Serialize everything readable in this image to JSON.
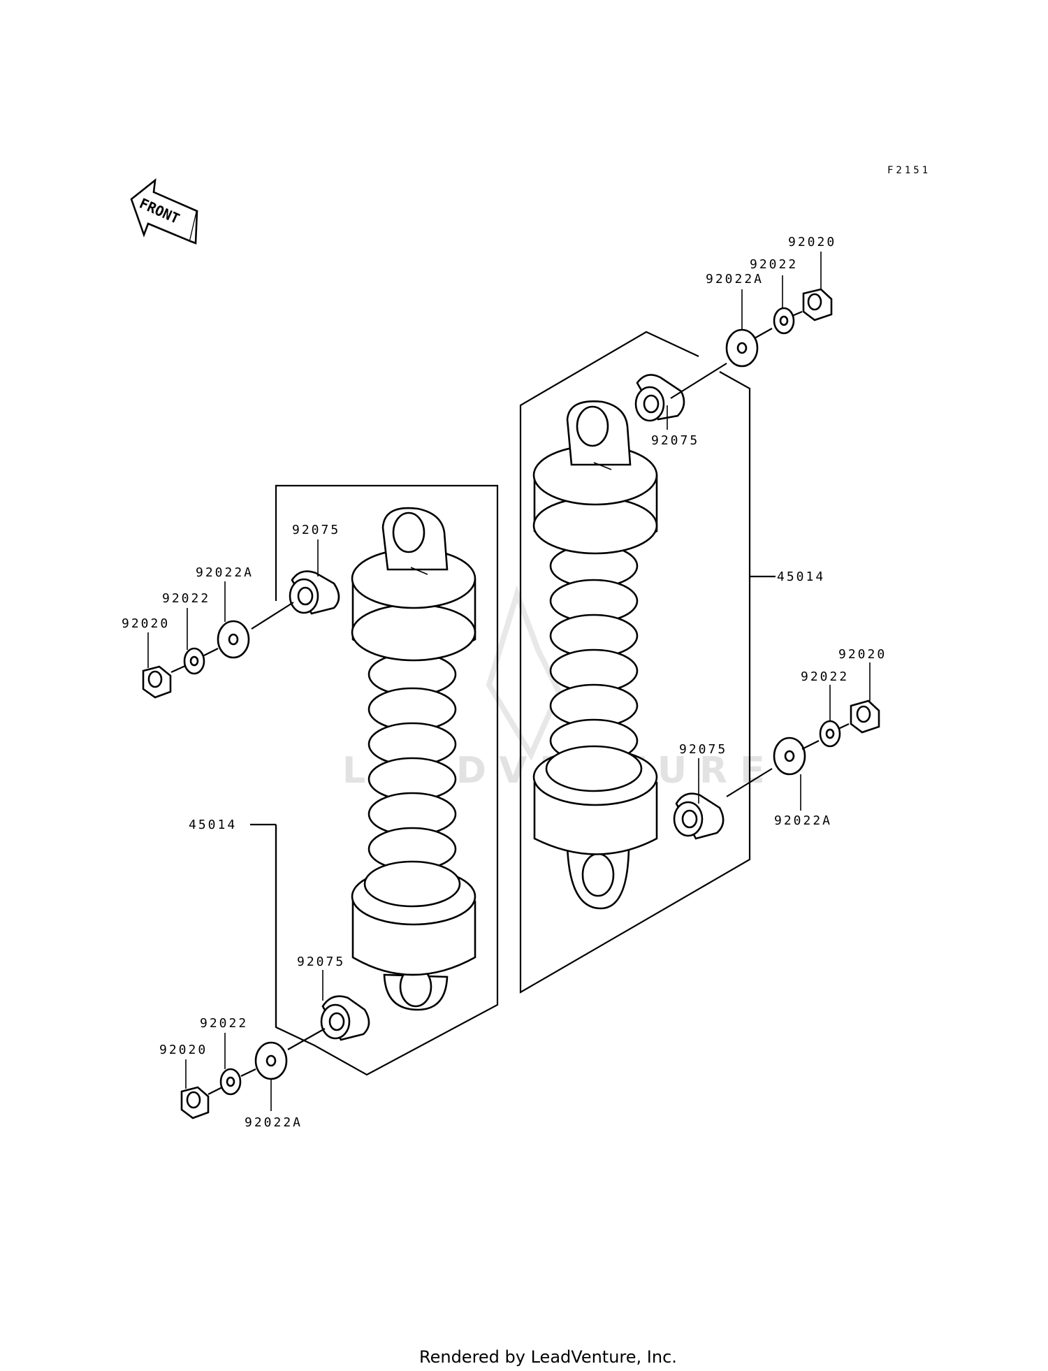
{
  "diagram_code": "F2151",
  "front_label": "FRONT",
  "watermark": "LEADVENTURE",
  "footer": "Rendered by LeadVenture, Inc.",
  "callouts": [
    {
      "id": "r-top-92020",
      "text": "92020"
    },
    {
      "id": "r-top-92022",
      "text": "92022"
    },
    {
      "id": "r-top-92022A",
      "text": "92022A"
    },
    {
      "id": "r-top-92075",
      "text": "92075"
    },
    {
      "id": "r-45014",
      "text": "45014"
    },
    {
      "id": "r-bot-92020",
      "text": "92020"
    },
    {
      "id": "r-bot-92022",
      "text": "92022"
    },
    {
      "id": "r-bot-92075",
      "text": "92075"
    },
    {
      "id": "r-bot-92022A",
      "text": "92022A"
    },
    {
      "id": "l-top-92075",
      "text": "92075"
    },
    {
      "id": "l-top-92022A",
      "text": "92022A"
    },
    {
      "id": "l-top-92022",
      "text": "92022"
    },
    {
      "id": "l-top-92020",
      "text": "92020"
    },
    {
      "id": "l-45014",
      "text": "45014"
    },
    {
      "id": "l-bot-92075",
      "text": "92075"
    },
    {
      "id": "l-bot-92022",
      "text": "92022"
    },
    {
      "id": "l-bot-92020",
      "text": "92020"
    },
    {
      "id": "l-bot-92022A",
      "text": "92022A"
    }
  ]
}
